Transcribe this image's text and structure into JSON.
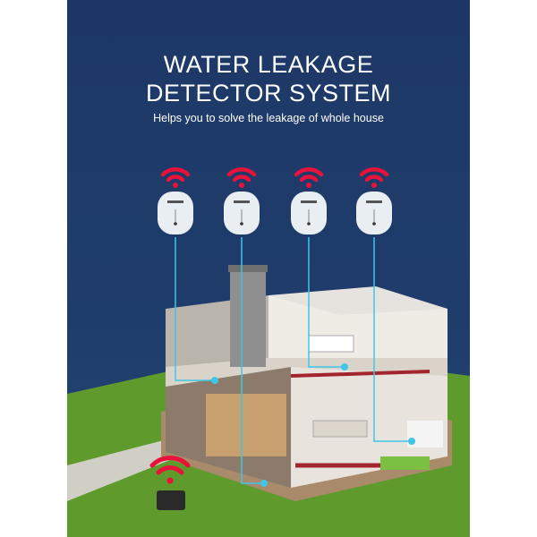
{
  "header": {
    "title_line1": "WATER LEAKAGE",
    "title_line2": "DETECTOR SYSTEM",
    "subtitle": "Helps you to solve the leakage of whole house"
  },
  "sensors": [
    {
      "icon": "wifi-icon"
    },
    {
      "icon": "wifi-icon"
    },
    {
      "icon": "wifi-icon"
    },
    {
      "icon": "wifi-icon"
    }
  ],
  "colors": {
    "background": "#1d3867",
    "wifi": "#e8123a",
    "cable": "#3fc6e8",
    "grass": "#5e9a2c"
  }
}
